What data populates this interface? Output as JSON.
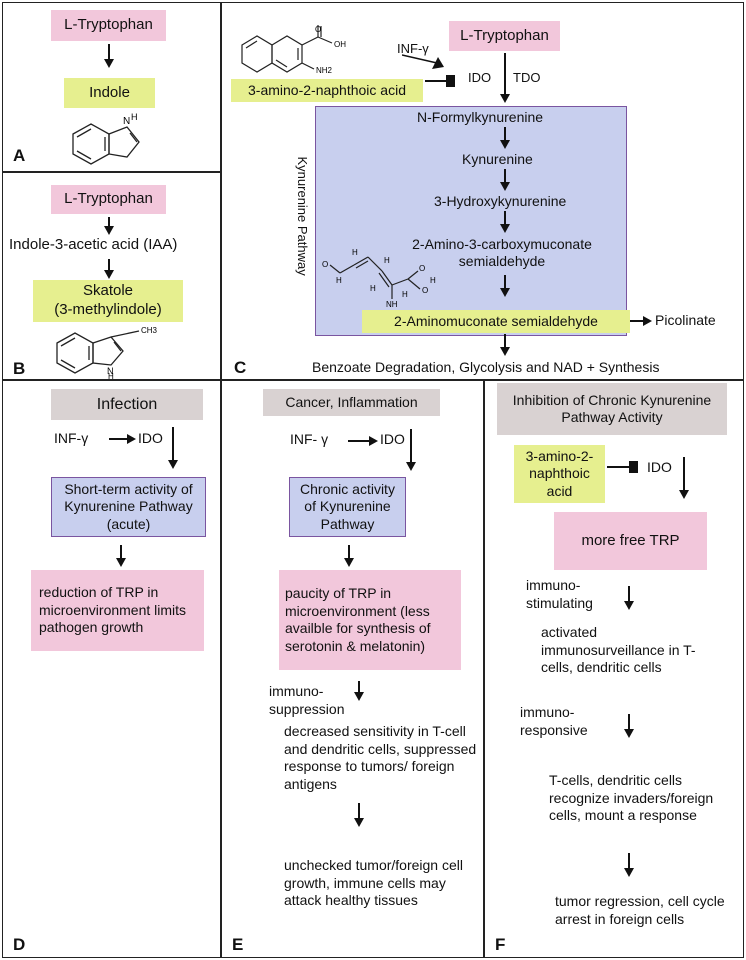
{
  "panels": {
    "A": {
      "label": "A",
      "tryptophan": "L-Tryptophan",
      "product": "Indole",
      "structure": {
        "atom_n": "N",
        "atom_h": "H"
      }
    },
    "B": {
      "label": "B",
      "tryptophan": "L-Tryptophan",
      "intermediate": "Indole-3-acetic acid (IAA)",
      "product_line1": "Skatole",
      "product_line2": "(3-methylindole)",
      "structure": {
        "atom_n": "N",
        "atom_h": "H",
        "methyl": "CH3"
      }
    },
    "C": {
      "label": "C",
      "inhibitor": "3-amino-2-naphthoic acid",
      "inhibitor_structure": {
        "oh": "OH",
        "o": "O",
        "nh2": "NH2"
      },
      "inf_gamma": "INF-γ",
      "tryptophan": "L-Tryptophan",
      "enzyme_ido": "IDO",
      "enzyme_tdo": "TDO",
      "pathway_label": "Kynurenine Pathway",
      "steps": [
        "N-Formylkynurenine",
        "Kynurenine",
        "3-Hydroxykynurenine",
        "2-Amino-3-carboxymuconate",
        "semialdehyde"
      ],
      "structure_atoms": {
        "o1": "O",
        "h1": "H",
        "h2": "H",
        "o2": "O",
        "h3": "H",
        "o3": "O",
        "h4": "H",
        "h5": "H",
        "nh": "NH",
        "h6": "H"
      },
      "semialdehyde": "2-Aminomuconate semialdehyde",
      "side_product": "Picolinate",
      "final": "Benzoate Degradation, Glycolysis and NAD + Synthesis"
    },
    "D": {
      "label": "D",
      "title": "Infection",
      "inf_gamma": "INF-γ",
      "ido": "IDO",
      "activity": "Short-term activity of Kynurenine Pathway (acute)",
      "outcome": "reduction of TRP in microenvironment limits pathogen growth"
    },
    "E": {
      "label": "E",
      "title": "Cancer, Inflammation",
      "inf_gamma": "INF- γ",
      "ido": "IDO",
      "activity": "Chronic activity of Kynurenine Pathway",
      "paucity": "paucity of TRP in microenvironment (less availble for synthesis of serotonin & melatonin)",
      "effect_line1": "immuno-",
      "effect_line2": "suppression",
      "response": "decreased  sensitivity in T-cell and dendritic cells, suppressed response to tumors/ foreign antigens",
      "outcome": "unchecked tumor/foreign cell growth, immune cells may attack healthy tissues"
    },
    "F": {
      "label": "F",
      "title": "Inhibition of Chronic Kynurenine Pathway Activity",
      "inhibitor": "3-amino-2-naphthoic acid",
      "ido": "IDO",
      "free_trp": "more free TRP",
      "stim_line1": "immuno-",
      "stim_line2": "stimulating",
      "activated": "activated immunosurveillance in T-cells, dendritic cells",
      "resp_line1": "immuno-",
      "resp_line2": "responsive",
      "recognize": "T-cells, dendritic cells recognize invaders/foreign cells, mount a response",
      "outcome": "tumor regression, cell cycle arrest in foreign cells"
    }
  }
}
